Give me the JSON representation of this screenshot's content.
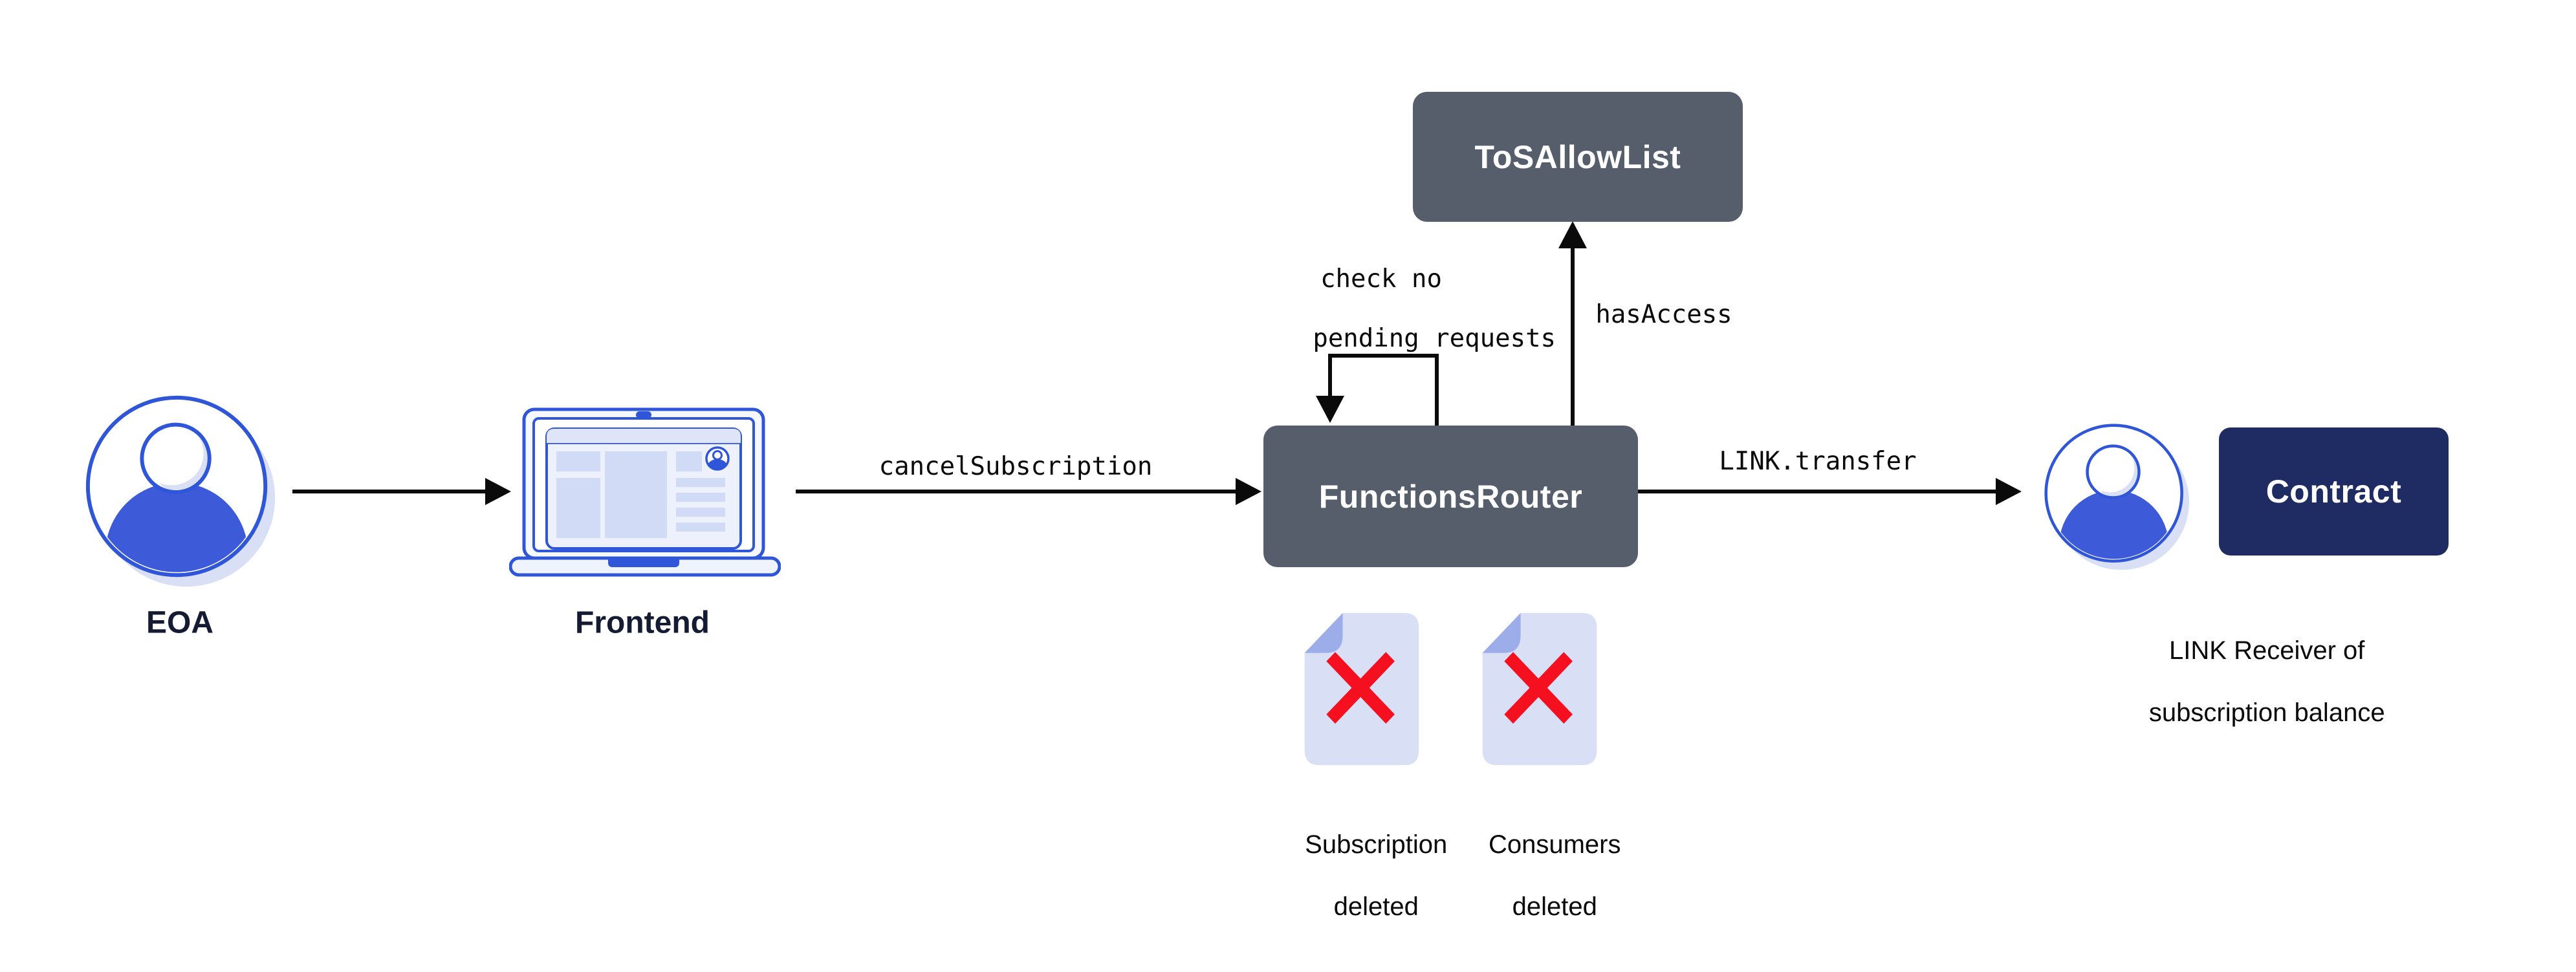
{
  "diagram": {
    "theme": {
      "box_slate": "#565D6B",
      "box_navy": "#1F2B63",
      "icon_blue_stroke": "#2F55D8",
      "icon_blue_solid": "#3D5BD8",
      "icon_blue_light": "#D9E0F6",
      "doc_fold": "#9DADE9",
      "delete_red": "#F5101F",
      "arrow_black": "#0A0A0A",
      "label_dark_navy": "#141B33",
      "background": "#FFFFFF"
    },
    "nodes": {
      "eoa": {
        "label": "EOA",
        "icon": "user-avatar-icon"
      },
      "frontend": {
        "label": "Frontend",
        "icon": "laptop-browser-icon"
      },
      "functions_router": {
        "label": "FunctionsRouter"
      },
      "tos_allow_list": {
        "label": "ToSAllowList"
      },
      "contract": {
        "label": "Contract"
      },
      "link_receiver": {
        "icon": "user-avatar-icon",
        "caption_line1": "LINK Receiver of",
        "caption_line2": "subscription balance"
      }
    },
    "edges": {
      "cancel_subscription": {
        "label": "cancelSubscription"
      },
      "self_check": {
        "label_line1": "check no",
        "label_line2": "pending requests"
      },
      "has_access": {
        "label": "hasAccess"
      },
      "link_transfer": {
        "label": "LINK.transfer"
      }
    },
    "artifacts": [
      {
        "icon": "deleted-document-icon",
        "label_line1": "Subscription",
        "label_line2": "deleted"
      },
      {
        "icon": "deleted-document-icon",
        "label_line1": "Consumers",
        "label_line2": "deleted"
      }
    ]
  }
}
